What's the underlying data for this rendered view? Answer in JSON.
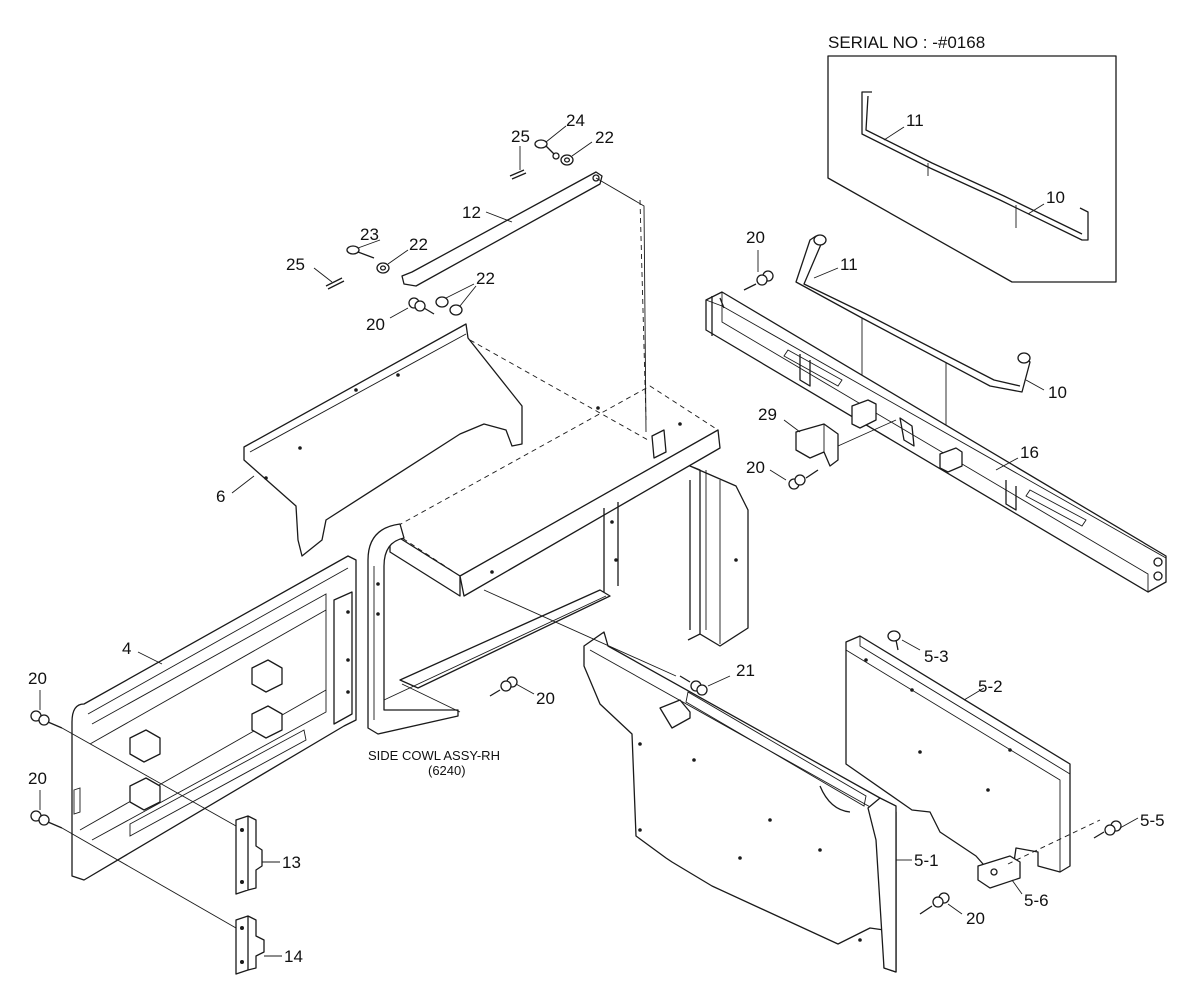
{
  "title": "SERIAL NO : -#0168",
  "assembly_caption": {
    "name": "SIDE COWL ASSY-RH",
    "code": "(6240)"
  },
  "callouts": {
    "c25a": "25",
    "c24": "24",
    "c22a": "22",
    "c12": "12",
    "c23": "23",
    "c22b": "22",
    "c25b": "25",
    "c22c": "22",
    "c20a": "20",
    "c6": "6",
    "c20b": "20",
    "c11a": "11",
    "c10a": "10",
    "c11b": "11",
    "c10b": "10",
    "c29": "29",
    "c20c": "20",
    "c16": "16",
    "c4": "4",
    "c20d": "20",
    "c20e": "20",
    "c20f": "20",
    "c21": "21",
    "c5_3": "5-3",
    "c5_2": "5-2",
    "c13": "13",
    "c14": "14",
    "c5_5": "5-5",
    "c5_1": "5-1",
    "c5_6": "5-6",
    "c20g": "20"
  }
}
